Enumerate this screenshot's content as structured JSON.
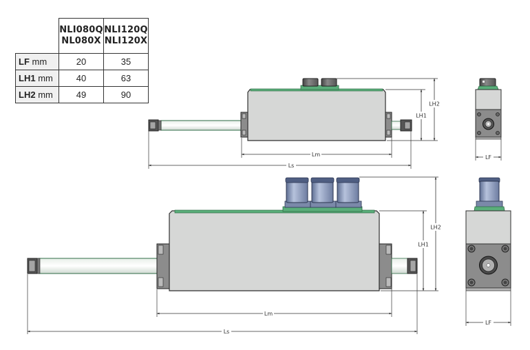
{
  "spec_table": {
    "columns": [
      {
        "line1": "NLI080Q",
        "line2": "NL080X"
      },
      {
        "line1": "NLI120Q",
        "line2": "NLI120X"
      }
    ],
    "rows": [
      {
        "label": "LF",
        "unit": "mm",
        "values": [
          "20",
          "35"
        ]
      },
      {
        "label": "LH1",
        "unit": "mm",
        "values": [
          "40",
          "63"
        ]
      },
      {
        "label": "LH2",
        "unit": "mm",
        "values": [
          "49",
          "90"
        ]
      }
    ]
  },
  "drawings": {
    "small_side": {
      "dims": {
        "lm": "Lm",
        "ls": "Ls",
        "lh1": "LH1",
        "lh2": "LH2"
      },
      "connector_count": 2
    },
    "small_end": {
      "dims": {
        "lf": "LF"
      }
    },
    "large_side": {
      "dims": {
        "lm": "Lm",
        "ls": "Ls",
        "lh1": "LH1",
        "lh2": "LH2"
      },
      "connector_count": 3
    },
    "large_end": {
      "dims": {
        "lf": "LF"
      }
    }
  },
  "colors": {
    "body": "#d6d7d6",
    "body_outline": "#2f2f2f",
    "flange": "#8c8c8c",
    "green_strip": "#5aae7a",
    "connector_blue": "#8e9fc2",
    "connector_dark": "#3a3a3a",
    "dim_line": "#333333"
  }
}
